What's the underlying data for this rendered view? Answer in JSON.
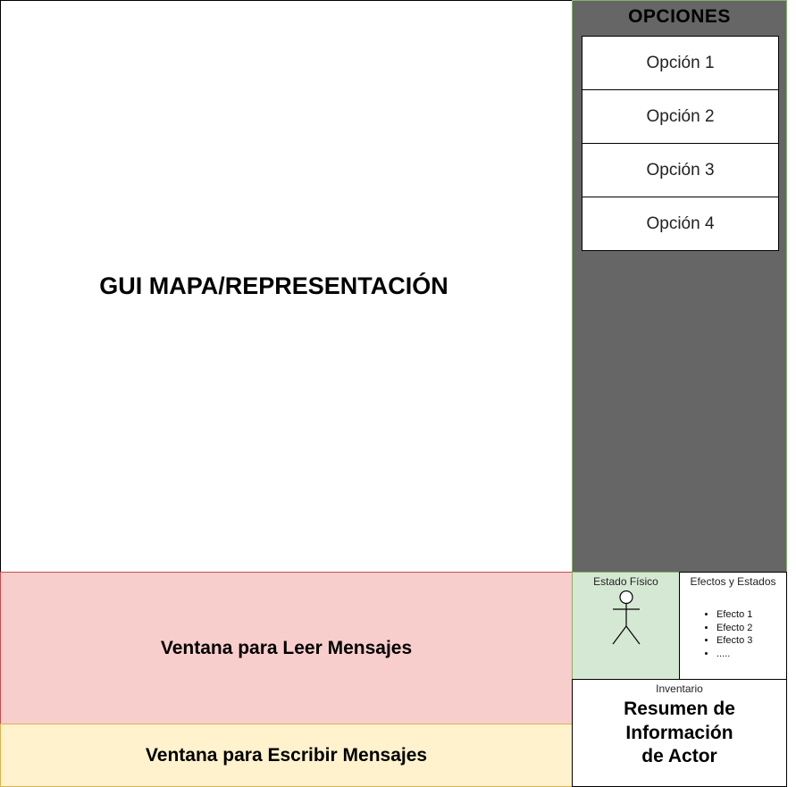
{
  "map": {
    "title": "GUI MAPA/REPRESENTACIÓN"
  },
  "options": {
    "title": "OPCIONES",
    "items": [
      {
        "label": "Opción 1"
      },
      {
        "label": "Opción 2"
      },
      {
        "label": "Opción 3"
      },
      {
        "label": "Opción 4"
      }
    ]
  },
  "messages": {
    "read_label": "Ventana para Leer Mensajes",
    "write_label": "Ventana para Escribir Mensajes"
  },
  "physical_state": {
    "title": "Estado Físico",
    "icon": "stick-figure-icon"
  },
  "effects": {
    "title": "Efectos y Estados",
    "items": [
      "Efecto 1",
      "Efecto 2",
      "Efecto 3",
      "....."
    ]
  },
  "inventory": {
    "title": "Inventario",
    "summary_line1": "Resumen de",
    "summary_line2": "Información",
    "summary_line3": "de Actor"
  },
  "colors": {
    "options_bg": "#666666",
    "read_bg": "#f8cecc",
    "write_bg": "#fff2cc",
    "physical_bg": "#d5e8d4"
  }
}
